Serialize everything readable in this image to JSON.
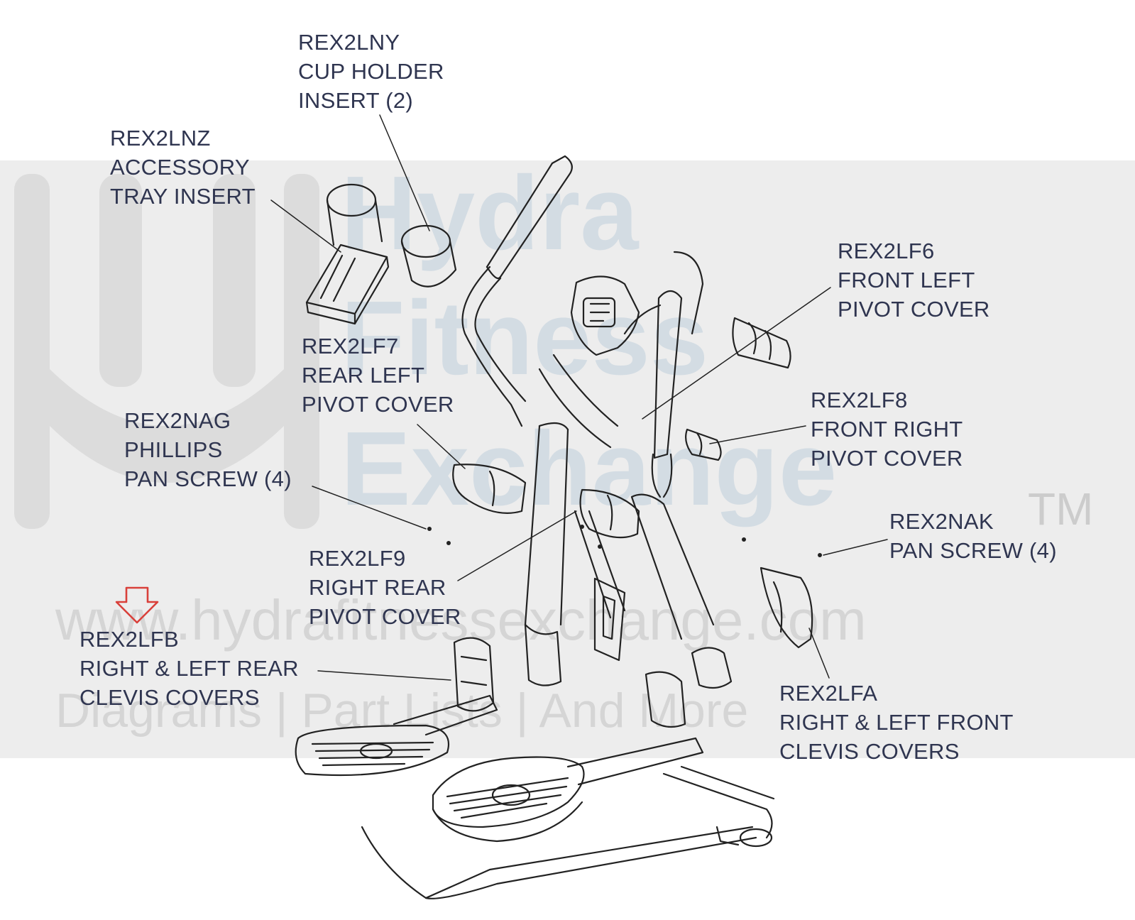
{
  "watermark": {
    "brand_line1": "Hydra",
    "brand_line2": "Fitness",
    "brand_line3": "Exchange",
    "tm": "TM",
    "url": "www.hydrafitnessexchange.com",
    "tagline": "Diagrams | Part Lists | And More"
  },
  "colors": {
    "label_text": "#2f3550",
    "line_art": "#222222",
    "highlight_arrow": "#d9403a",
    "watermark_band": "#bdbdbd"
  },
  "callouts": [
    {
      "id": "rex2lny",
      "lines": [
        "REX2LNY",
        "CUP HOLDER",
        "INSERT (2)"
      ]
    },
    {
      "id": "rex2lnz",
      "lines": [
        "REX2LNZ",
        "ACCESSORY",
        "TRAY INSERT"
      ]
    },
    {
      "id": "rex2lf6",
      "lines": [
        "REX2LF6",
        "FRONT LEFT",
        "PIVOT COVER"
      ]
    },
    {
      "id": "rex2lf7",
      "lines": [
        "REX2LF7",
        "REAR LEFT",
        "PIVOT COVER"
      ]
    },
    {
      "id": "rex2nag",
      "lines": [
        "REX2NAG",
        "PHILLIPS",
        "PAN SCREW (4)"
      ]
    },
    {
      "id": "rex2lf8",
      "lines": [
        "REX2LF8",
        "FRONT RIGHT",
        "PIVOT COVER"
      ]
    },
    {
      "id": "rex2nak",
      "lines": [
        "REX2NAK",
        "PAN SCREW (4)"
      ]
    },
    {
      "id": "rex2lf9",
      "lines": [
        "REX2LF9",
        "RIGHT REAR",
        "PIVOT COVER"
      ]
    },
    {
      "id": "rex2lfb",
      "lines": [
        "REX2LFB",
        "RIGHT & LEFT REAR",
        "CLEVIS COVERS"
      ],
      "highlighted": true
    },
    {
      "id": "rex2lfa",
      "lines": [
        "REX2LFA",
        "RIGHT & LEFT FRONT",
        "CLEVIS COVERS"
      ]
    }
  ]
}
